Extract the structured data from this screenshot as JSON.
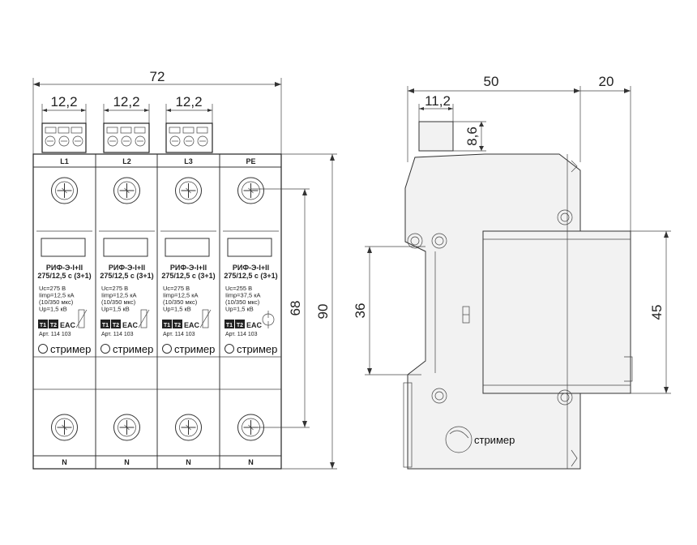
{
  "dimensions": {
    "overall_width": "72",
    "terminal_pitch": "12,2",
    "overall_height": "90",
    "terminal_span": "68",
    "side_depth": "50",
    "side_extra": "20",
    "side_terminal_width": "11,2",
    "side_terminal_height": "8,6",
    "rail_height_left": "36",
    "rail_height_right": "45"
  },
  "modules": [
    {
      "top_label": "L1",
      "bottom_label": "N",
      "model_line1": "РИФ-Э-I+II",
      "model_line2": "275/12,5 с (3+1)",
      "spec_uc": "Uc=275 В",
      "spec_imp": "Iimp=12,5 кА",
      "spec_wave": "(10/350 мкс)",
      "spec_up": "Up=1,5 кВ",
      "article": "Арт. 114 103",
      "brand": "стример"
    },
    {
      "top_label": "L2",
      "bottom_label": "N",
      "model_line1": "РИФ-Э-I+II",
      "model_line2": "275/12,5 с (3+1)",
      "spec_uc": "Uc=275 В",
      "spec_imp": "Iimp=12,5 кА",
      "spec_wave": "(10/350 мкс)",
      "spec_up": "Up=1,5 кВ",
      "article": "Арт. 114 103",
      "brand": "стример"
    },
    {
      "top_label": "L3",
      "bottom_label": "N",
      "model_line1": "РИФ-Э-I+II",
      "model_line2": "275/12,5 с (3+1)",
      "spec_uc": "Uc=275 В",
      "spec_imp": "Iimp=12,5 кА",
      "spec_wave": "(10/350 мкс)",
      "spec_up": "Up=1,5 кВ",
      "article": "Арт. 114 103",
      "brand": "стример"
    },
    {
      "top_label": "PE",
      "bottom_label": "N",
      "model_line1": "РИФ-Э-I+II",
      "model_line2": "275/12,5 с (3+1)",
      "spec_uc": "Uc=255 В",
      "spec_imp": "Iimp=37,5 кА",
      "spec_wave": "(10/350 мкс)",
      "spec_up": "Up=1,5 кВ",
      "article": "Арт. 114 103",
      "brand": "стример"
    }
  ],
  "badges": {
    "t1": "T1",
    "t2": "T2",
    "eac": "EAC"
  },
  "side_view": {
    "brand": "стример"
  }
}
